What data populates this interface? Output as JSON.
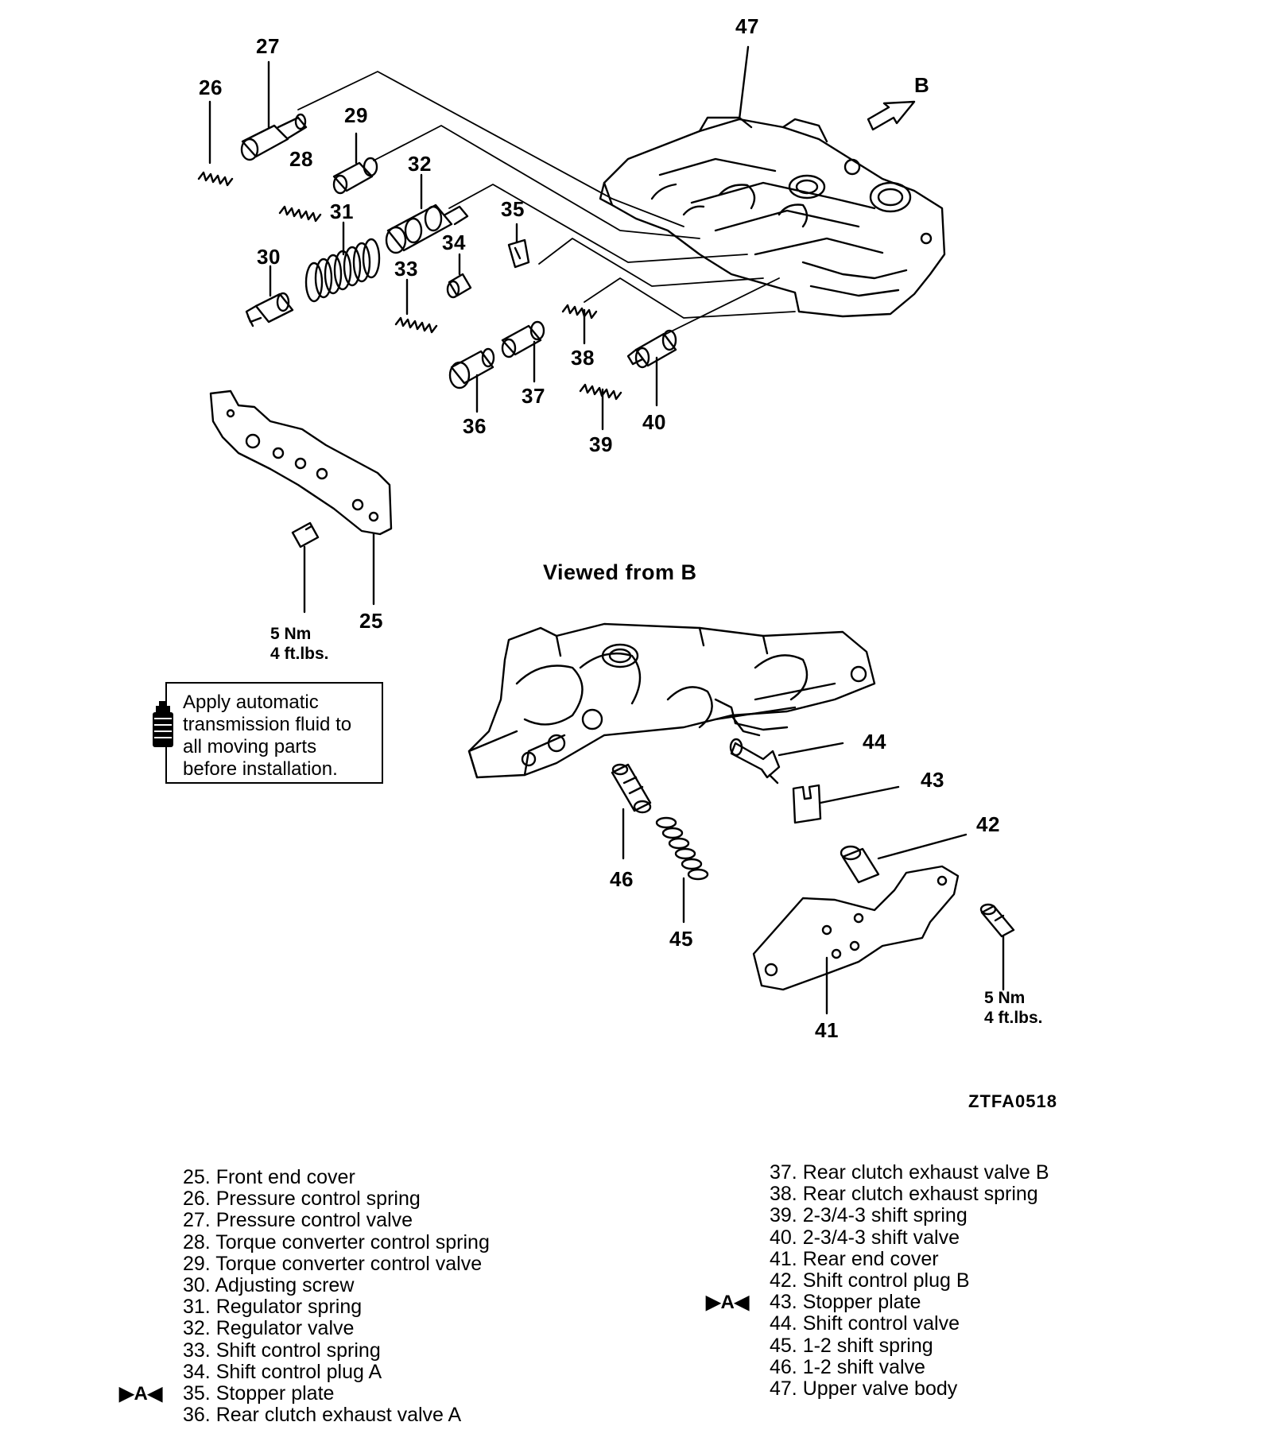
{
  "callouts": {
    "n25": "25",
    "n26": "26",
    "n27": "27",
    "n28": "28",
    "n29": "29",
    "n30": "30",
    "n31": "31",
    "n32": "32",
    "n33": "33",
    "n34": "34",
    "n35": "35",
    "n36": "36",
    "n37": "37",
    "n38": "38",
    "n39": "39",
    "n40": "40",
    "n41": "41",
    "n42": "42",
    "n43": "43",
    "n44": "44",
    "n45": "45",
    "n46": "46",
    "n47": "47",
    "view_arrow": "B"
  },
  "view_heading": "Viewed from B",
  "torque_front": {
    "nm": "5 Nm",
    "ftlbs": "4 ft.lbs."
  },
  "torque_rear": {
    "nm": "5 Nm",
    "ftlbs": "4 ft.lbs."
  },
  "note": {
    "icon": "fluid-bottle-icon",
    "lines": [
      "Apply automatic",
      "transmission fluid to",
      "all moving parts",
      "before installation."
    ]
  },
  "figure_code": "ZTFA0518",
  "legend_marker": "▶A◀",
  "legend_left": [
    "25. Front end cover",
    "26. Pressure control spring",
    "27. Pressure control valve",
    "28. Torque converter control spring",
    "29. Torque converter control valve",
    "30. Adjusting screw",
    "31. Regulator spring",
    "32. Regulator valve",
    "33. Shift control spring",
    "34. Shift control plug A",
    "35. Stopper plate",
    "36. Rear clutch exhaust valve A"
  ],
  "legend_right": [
    "37. Rear clutch exhaust valve B",
    "38. Rear clutch exhaust spring",
    "39. 2-3/4-3 shift spring",
    "40. 2-3/4-3 shift valve",
    "41. Rear end cover",
    "42. Shift control plug B",
    "43. Stopper plate",
    "44. Shift control valve",
    "45. 1-2 shift spring",
    "46. 1-2 shift valve",
    "47. Upper valve body"
  ]
}
